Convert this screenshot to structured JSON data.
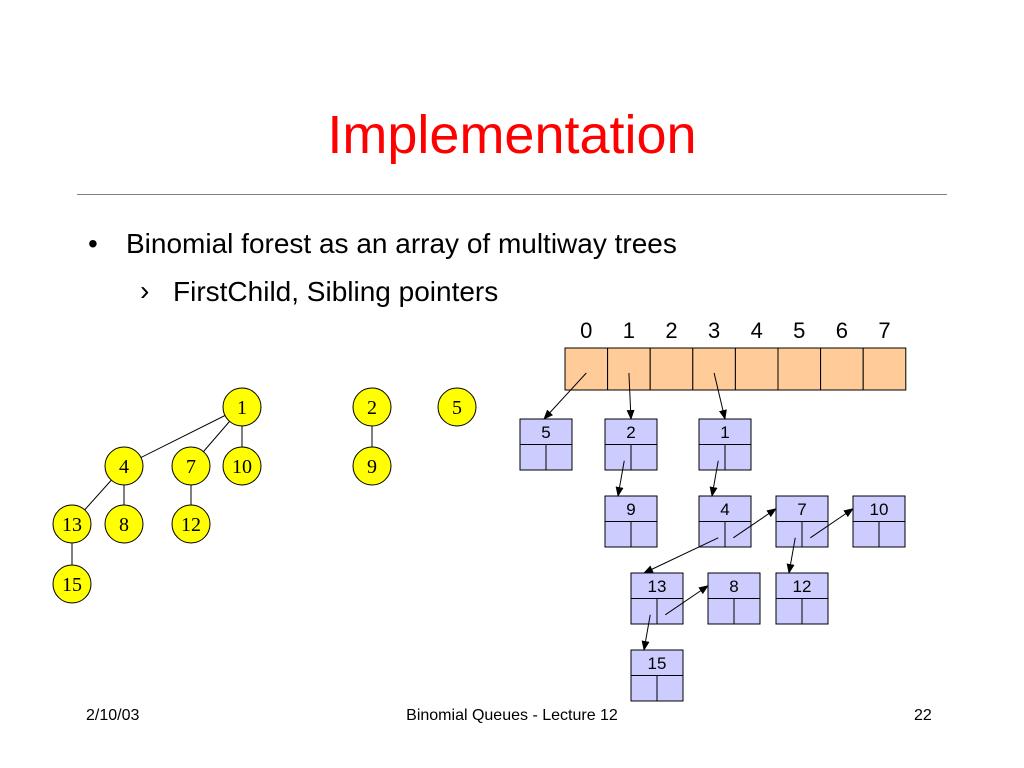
{
  "slide": {
    "title": "Implementation",
    "bullets": [
      {
        "text": "Binomial forest as an array of multiway trees",
        "sub": [
          "FirstChild, Sibling pointers"
        ]
      }
    ],
    "bullet_glyph": "•",
    "sub_bullet_glyph": "›"
  },
  "diagram": {
    "array_indices": [
      "0",
      "1",
      "2",
      "3",
      "4",
      "5",
      "6",
      "7"
    ],
    "array_cell_color": "#ffcc99",
    "tree_node_color": "#ffff00",
    "list_node_color": "#ccccff",
    "tree_nodes": [
      {
        "id": "t1",
        "label": "1"
      },
      {
        "id": "t2",
        "label": "2"
      },
      {
        "id": "t5",
        "label": "5"
      },
      {
        "id": "t4",
        "label": "4"
      },
      {
        "id": "t7",
        "label": "7"
      },
      {
        "id": "t10",
        "label": "10"
      },
      {
        "id": "t9",
        "label": "9"
      },
      {
        "id": "t13",
        "label": "13"
      },
      {
        "id": "t8",
        "label": "8"
      },
      {
        "id": "t12",
        "label": "12"
      },
      {
        "id": "t15",
        "label": "15"
      }
    ],
    "tree_edges": [
      [
        "t1",
        "t4"
      ],
      [
        "t1",
        "t7"
      ],
      [
        "t1",
        "t10"
      ],
      [
        "t2",
        "t9"
      ],
      [
        "t4",
        "t13"
      ],
      [
        "t4",
        "t8"
      ],
      [
        "t7",
        "t12"
      ],
      [
        "t13",
        "t15"
      ]
    ],
    "list_nodes": [
      {
        "id": "n5",
        "label": "5"
      },
      {
        "id": "n2",
        "label": "2"
      },
      {
        "id": "n1",
        "label": "1"
      },
      {
        "id": "n9",
        "label": "9"
      },
      {
        "id": "n4",
        "label": "4"
      },
      {
        "id": "n7",
        "label": "7"
      },
      {
        "id": "n10",
        "label": "10"
      },
      {
        "id": "n13",
        "label": "13"
      },
      {
        "id": "n8",
        "label": "8"
      },
      {
        "id": "n12",
        "label": "12"
      },
      {
        "id": "n15",
        "label": "15"
      }
    ],
    "array_pointers": [
      [
        0,
        "n5"
      ],
      [
        1,
        "n2"
      ],
      [
        3,
        "n1"
      ]
    ],
    "first_child_pointers": [
      [
        "n2",
        "n9"
      ],
      [
        "n1",
        "n4"
      ],
      [
        "n4",
        "n13"
      ],
      [
        "n7",
        "n12"
      ],
      [
        "n13",
        "n15"
      ]
    ],
    "sibling_pointers": [
      [
        "n4",
        "n7"
      ],
      [
        "n7",
        "n10"
      ],
      [
        "n13",
        "n8"
      ]
    ]
  },
  "footer": {
    "date": "2/10/03",
    "center": "Binomial Queues - Lecture 12",
    "page": "22"
  }
}
